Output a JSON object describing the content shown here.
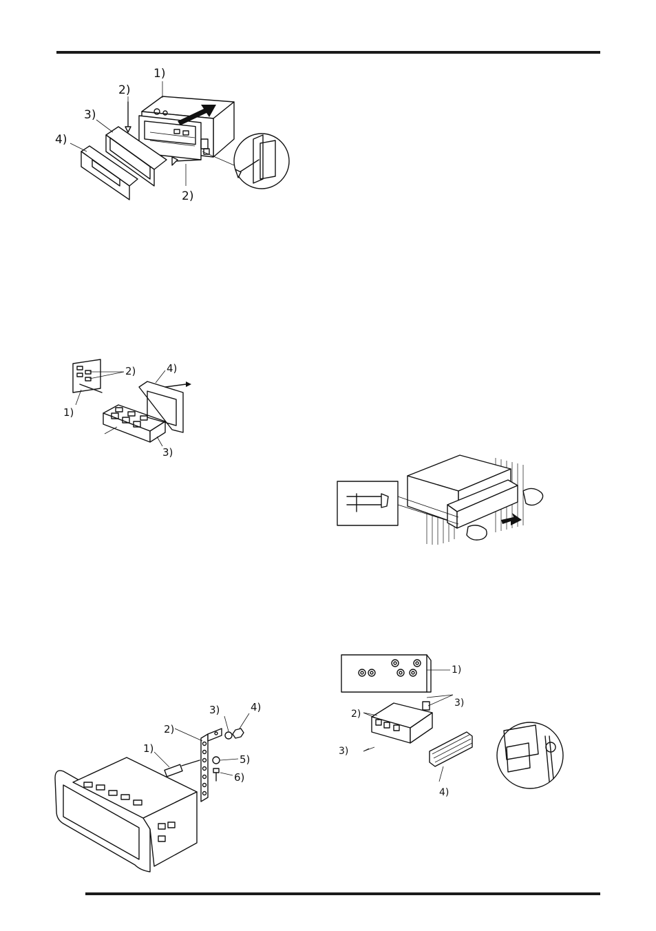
{
  "figure1": {
    "labels": [
      "1)",
      "2)",
      "3)",
      "4)",
      "2)"
    ]
  },
  "figure2": {
    "labels": [
      "2)",
      "4)",
      "1)",
      "3)"
    ]
  },
  "figure3": {
    "labels": []
  },
  "figure4": {
    "labels": [
      "1)",
      "3)",
      "2)",
      "3)",
      "4)"
    ]
  },
  "figure5": {
    "labels": [
      "3)",
      "4)",
      "2)",
      "1)",
      "5)",
      "6)"
    ]
  },
  "colors": {
    "ink": "#111111",
    "rule": "#1a1a1a",
    "background": "#ffffff"
  }
}
